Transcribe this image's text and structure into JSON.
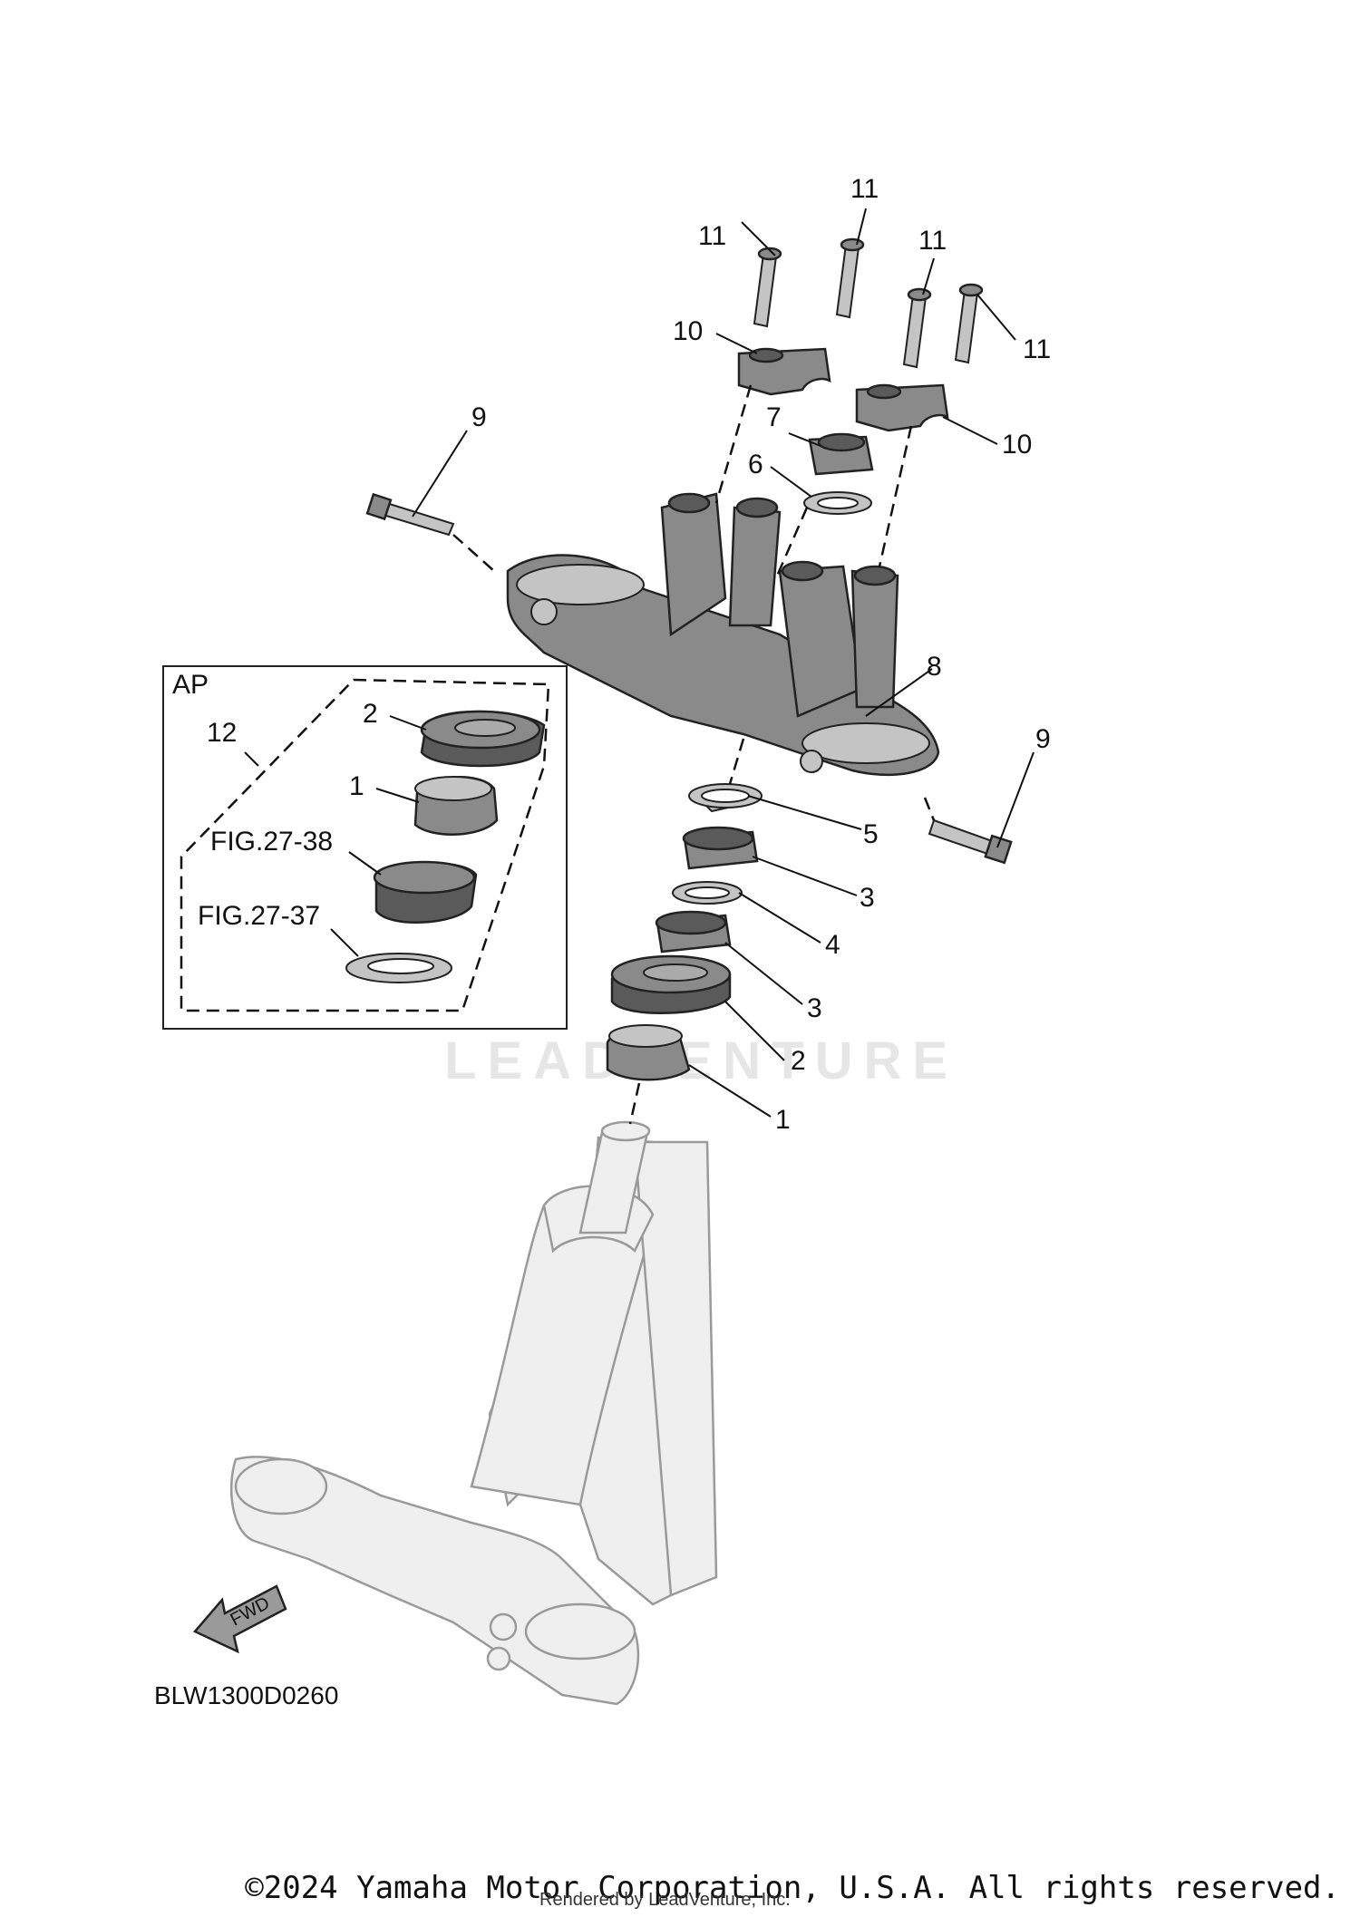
{
  "diagram": {
    "figure_code": "BLW1300D0260",
    "inset_label": "AP",
    "fwd_label": "FWD",
    "watermark": "LEADVENTURE",
    "callouts": {
      "n1": "1",
      "n2": "2",
      "n3": "3",
      "n4": "4",
      "n5": "5",
      "n6": "6",
      "n7": "7",
      "n8": "8",
      "n9": "9",
      "n10": "10",
      "n11": "11",
      "n12": "12",
      "fig38": "FIG.27-38",
      "fig37": "FIG.27-37"
    }
  },
  "footer": {
    "copyright": "©2024 Yamaha Motor Corporation, U.S.A. All rights reserved.",
    "rendered_by": "Rendered by LeadVenture, Inc."
  }
}
